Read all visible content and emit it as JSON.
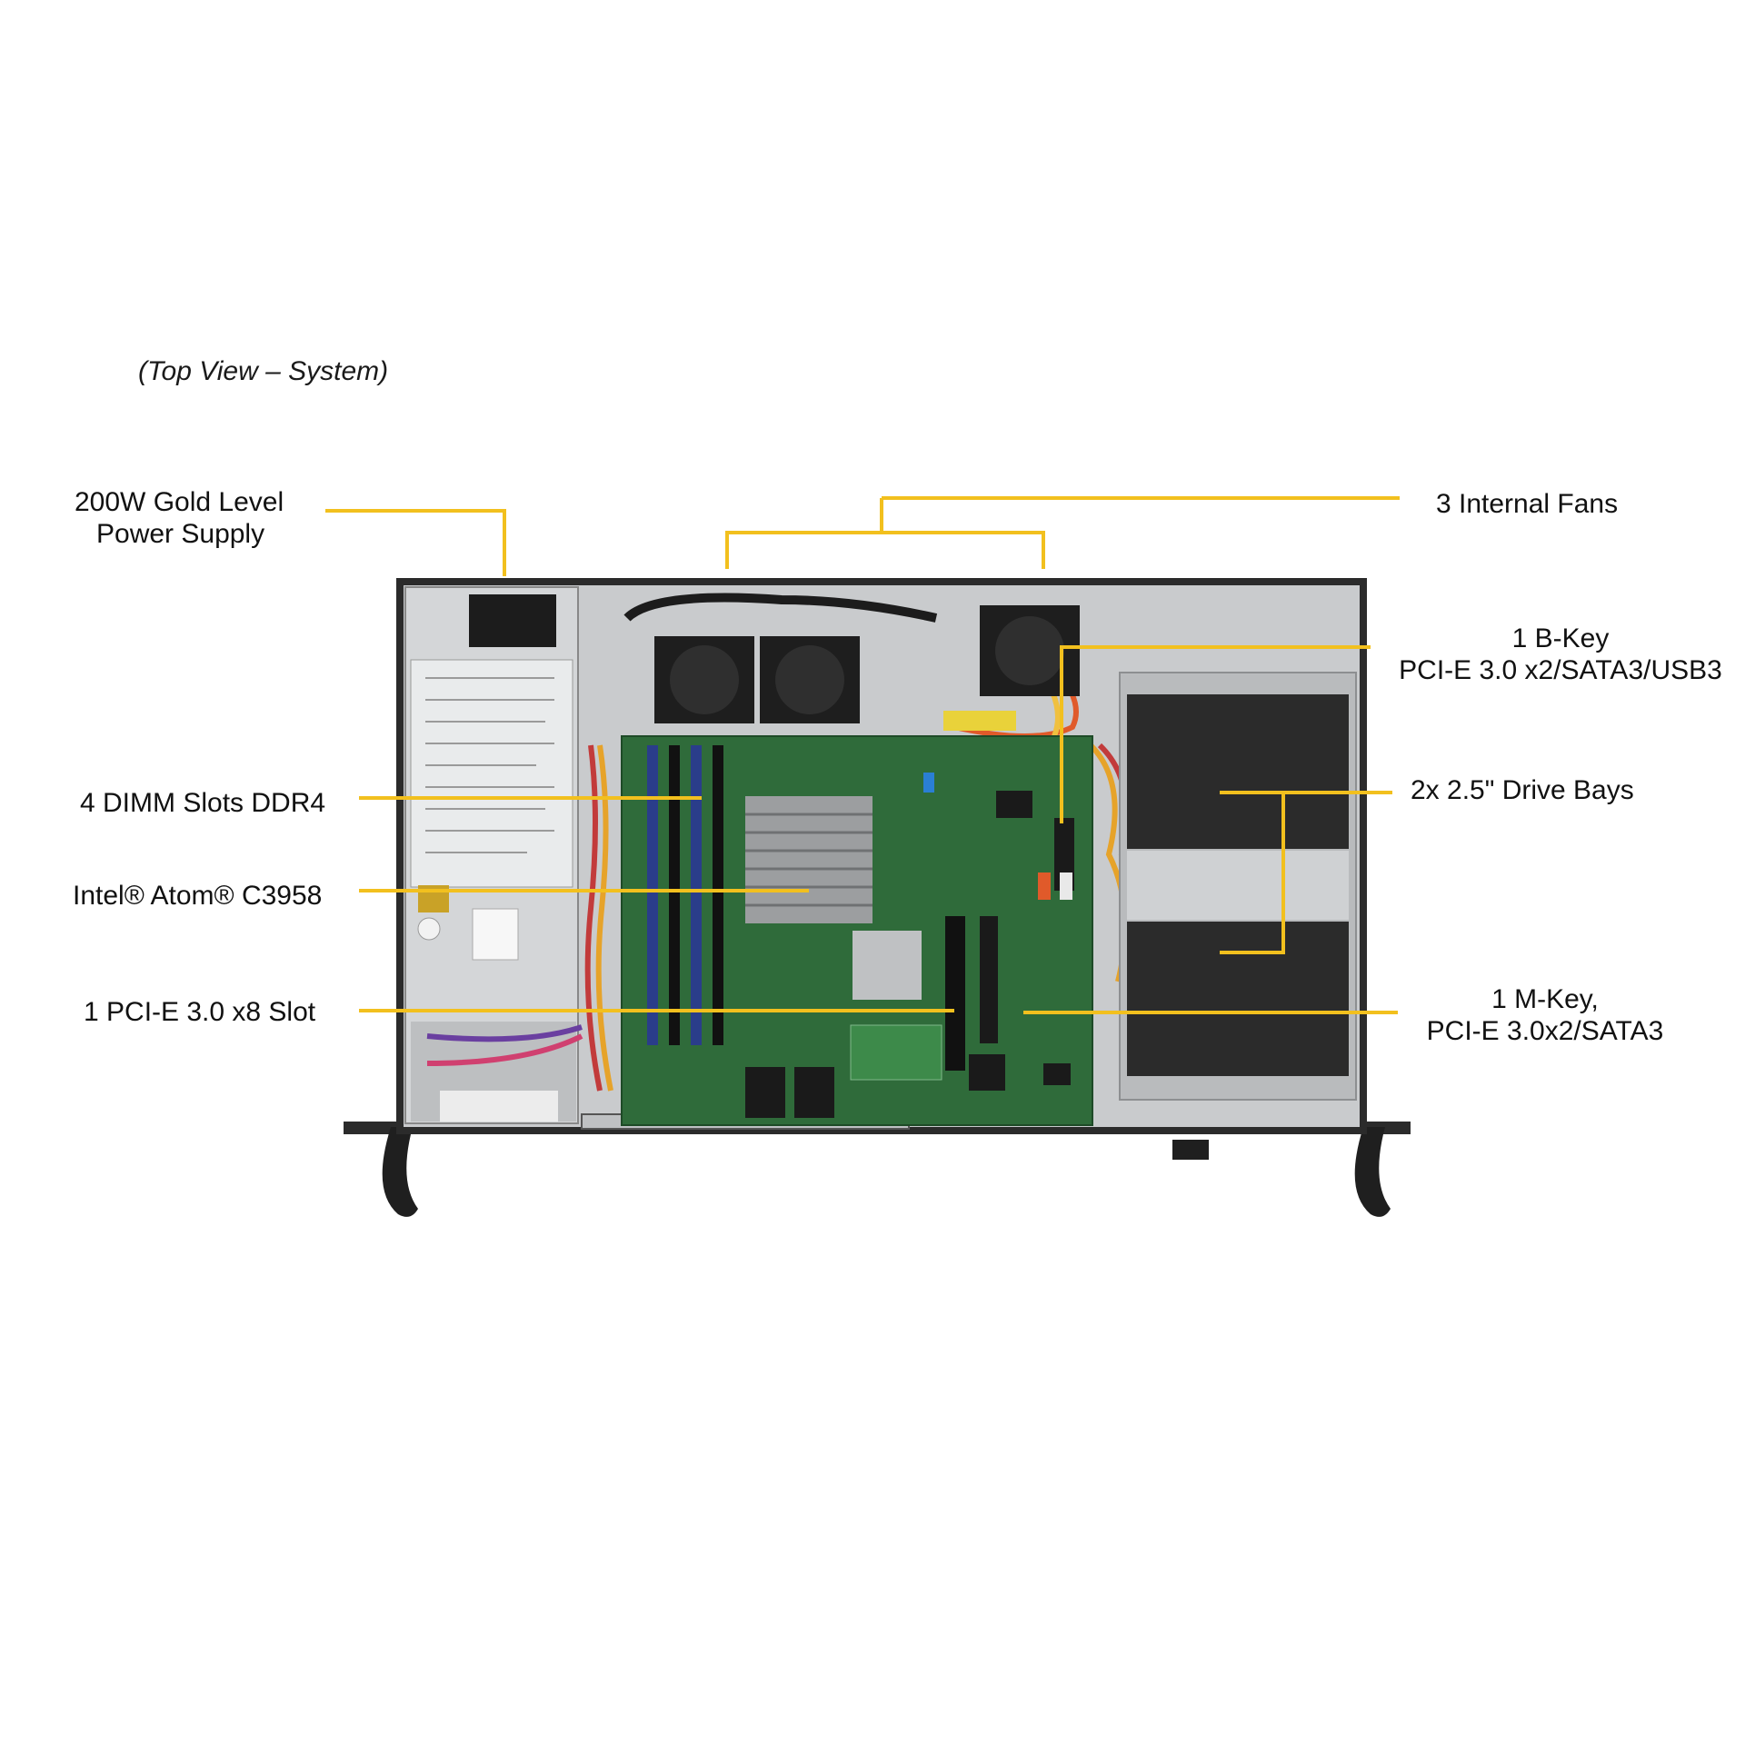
{
  "caption": "(Top View – System)",
  "labels": {
    "psu_line1": "200W Gold Level",
    "psu_line2": "Power Supply",
    "fans": "3 Internal Fans",
    "bkey_line1": "1 B-Key",
    "bkey_line2": "PCI-E 3.0 x2/SATA3/USB3",
    "dimm": "4 DIMM Slots DDR4",
    "drive_bays": "2x 2.5\" Drive Bays",
    "cpu": "Intel® Atom® C3958",
    "pcie": "1 PCI-E 3.0 x8 Slot",
    "mkey_line1": "1 M-Key,",
    "mkey_line2": "PCI-E 3.0x2/SATA3"
  },
  "colors": {
    "leader_line": "#f2c01e",
    "chassis": "#c9cbcd",
    "chassis_dark": "#2b2b2b",
    "board": "#2f6b3a",
    "psu": "#d4d6d8"
  }
}
